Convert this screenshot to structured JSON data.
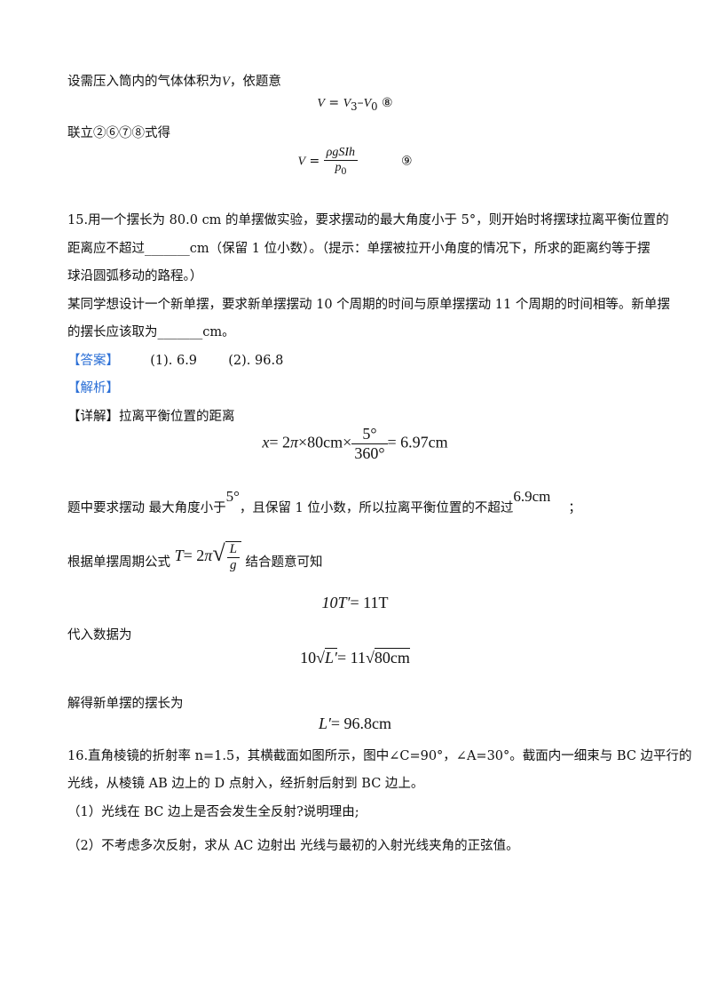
{
  "line_vol_intro": "设需压入筒内的气体体积为",
  "line_vol_var": "V",
  "line_vol_tail": "，依题意",
  "eq8": {
    "lhs": "V",
    "rhs1": "V",
    "rhs1_sub": "3",
    "minus": "–",
    "rhs2": "V",
    "rhs2_sub": "0",
    "marker": "⑧"
  },
  "combine_line": "联立②⑥⑦⑧式得",
  "eq9": {
    "lhs": "V",
    "num": "ρgSIh",
    "den": "p",
    "den_sub": "0",
    "marker": "⑨"
  },
  "q15": {
    "p1a": "15.用一个摆长为 80.0 cm 的单摆做实验，要求摆动的最大角度小于 5°，则开始时将摆球拉离平衡位置的",
    "p1b": "距离应不超过_______cm（保留 1 位小数）。（提示：单摆被拉开小角度的情况下，所求的距离约等于摆",
    "p1c": "球沿圆弧移动的路程。）",
    "p2a": "某同学想设计一个新单摆，要求新单摆摆动 10 个周期的时间与原单摆摆动 11 个周期的时间相等。新单摆",
    "p2b": "的摆长应该取为_______cm。"
  },
  "answer_tag": "【答案】",
  "answers": [
    "(1). 6.9",
    "(2). 96.8"
  ],
  "analysis_tag": "【解析】",
  "detail_line": "【详解】拉离平衡位置的距离",
  "eq_x": {
    "lhs": "x",
    "part1": "= 2",
    "pi": "π",
    "part2": "×80cm×",
    "num": "5°",
    "den": "360°",
    "result": "= 6.97cm"
  },
  "line_angle_a": "题中要求摆动   最大角度小于",
  "line_angle_deg": "5°",
  "line_angle_b": "，且保留 1 位小数，所以拉离平衡位置的不超过",
  "line_angle_val": "6.9cm",
  "line_angle_c": "；",
  "line_period_a": "根据单摆周期公式",
  "period_formula": {
    "T": "T",
    "eq": "= 2",
    "pi": "π",
    "num": "L",
    "den": "g"
  },
  "line_period_b": "结合题意可知",
  "eq_period": {
    "left": "10T′",
    "right": "= 11T"
  },
  "substitute_line": "代入数据为",
  "eq_sub": {
    "c1": "10",
    "r1": "L′",
    "eq": "= 11",
    "r2": "80cm"
  },
  "solve_line": "解得新单摆的摆长为",
  "eq_result": {
    "lhs": "L′",
    "rhs": "= 96.8cm"
  },
  "q16": {
    "l1": "16.直角棱镜的折射率 n=1.5，其横截面如图所示，图中∠C=90°，∠A=30°。截面内一细束与 BC 边平行的",
    "l2": "光线，从棱镜 AB 边上的 D 点射入，经折射后射到 BC 边上。",
    "s1": "（1）光线在 BC 边上是否会发生全反射?说明理由;",
    "s2": "（2）不考虑多次反射，求从 AC 边射出   光线与最初的入射光线夹角的正弦值。"
  }
}
